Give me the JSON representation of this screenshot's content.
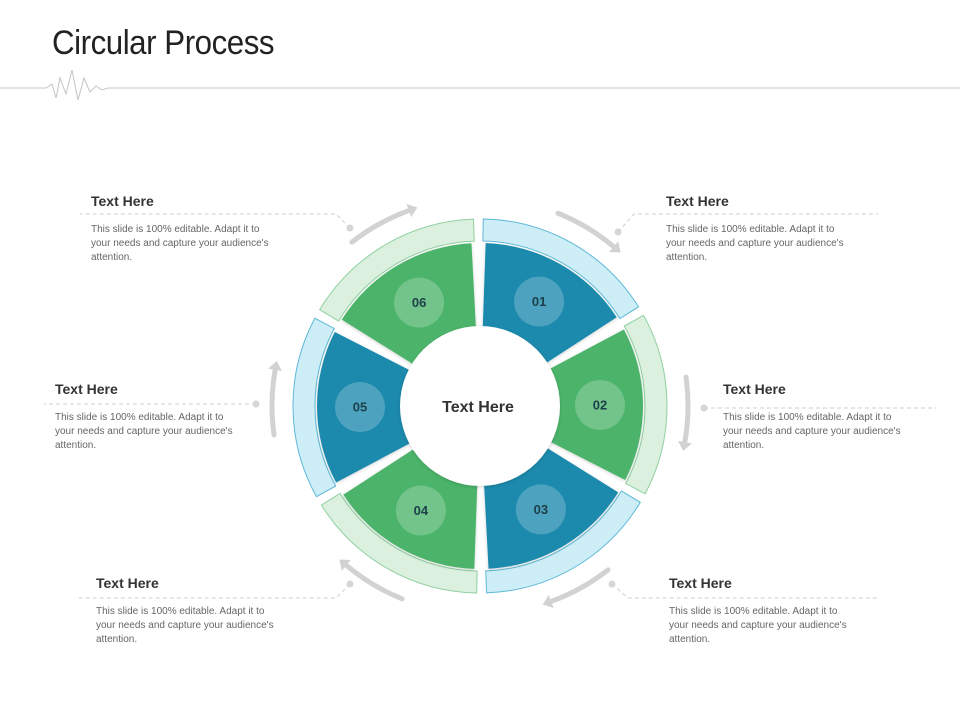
{
  "title": "Circular Process",
  "center_label": "Text Here",
  "segments": [
    {
      "number": "01",
      "color": "#1a8aad"
    },
    {
      "number": "02",
      "color": "#4cb46a"
    },
    {
      "number": "03",
      "color": "#1a8aad"
    },
    {
      "number": "04",
      "color": "#4cb46a"
    },
    {
      "number": "05",
      "color": "#1a8aad"
    },
    {
      "number": "06",
      "color": "#4cb46a"
    }
  ],
  "blurbs": {
    "top_right": {
      "heading": "Text Here",
      "body": "This slide is 100% editable. Adapt it to your needs and capture your audience's attention."
    },
    "mid_right": {
      "heading": "Text Here",
      "body": "This slide is 100% editable. Adapt it to your needs and capture your audience's attention."
    },
    "bottom_right": {
      "heading": "Text Here",
      "body": "This slide is 100% editable. Adapt it to your needs and capture your audience's attention."
    },
    "bottom_left": {
      "heading": "Text Here",
      "body": "This slide is 100% editable. Adapt it to your needs and capture your audience's attention."
    },
    "mid_left": {
      "heading": "Text Here",
      "body": "This slide is 100% editable. Adapt it to your needs and capture your audience's attention."
    },
    "top_left": {
      "heading": "Text Here",
      "body": "This slide is 100% editable. Adapt it to your needs and capture your audience's attention."
    }
  },
  "colors": {
    "blue": "#1a8aad",
    "green": "#4cb46a",
    "blue_outer": "#cdeef6",
    "green_outer": "#dcf0e0",
    "arrow": "#d2d2d2"
  }
}
